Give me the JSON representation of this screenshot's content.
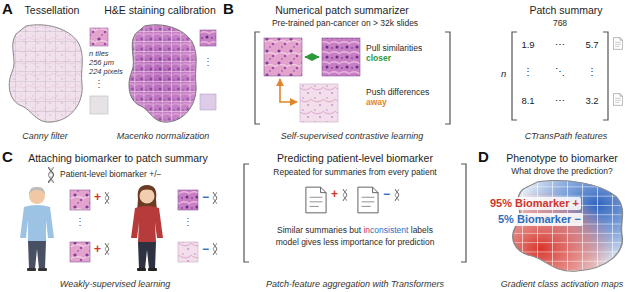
{
  "diagram": {
    "labels": [
      "A",
      "Tessellation",
      "H&E staining calibration",
      "n tiles",
      "256 μm",
      "224 pixels",
      "⋮",
      "⋮",
      "Canny filter",
      "Macenko normalization",
      "B",
      "Numerical patch summarizer",
      "Pre-trained pan-cancer on > 32k slides",
      "Pull similarities",
      "closer",
      "Push differences",
      "away",
      "Self-supervised contrastive learning",
      "Patch summary",
      "768",
      "n",
      "1.9",
      "⋯",
      "5.7",
      "⋮",
      "⋱",
      "⋮",
      "8.1",
      "⋯",
      "3.2",
      "CTransPath features",
      "C",
      "Attaching biomarker to patch summary",
      "Patient-level biomarker +/−",
      "+",
      "⋮",
      "+",
      "−",
      "⋮",
      "−",
      "Weakly-supervised learning",
      "Predicting patient-level biomarker",
      "Repeated for summaries from every patient",
      "+",
      "−",
      "Similar summaries but",
      "in",
      "consistent",
      "labels",
      "model gives less importance for prediction",
      "Patch-feature aggregation with Transformers",
      "D",
      "Phenotype to biomarker",
      "What drove the prediction?",
      "95% Biomarker +",
      "5% Biomarker −",
      "Gradient class activation maps"
    ]
  }
}
